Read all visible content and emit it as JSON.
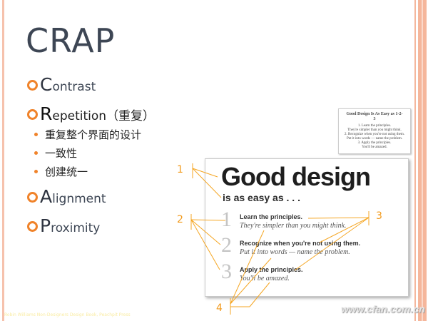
{
  "slide": {
    "title": "CRAP",
    "items": [
      {
        "initial": "C",
        "rest": "ontrast"
      },
      {
        "initial": "R",
        "rest": "epetition（重复）"
      },
      {
        "initial": "A",
        "rest": "lignment"
      },
      {
        "initial": "P",
        "rest": "roximity"
      }
    ],
    "subitems": [
      "重复整个界面的设计",
      "一致性",
      "创建统一"
    ],
    "credit": "Robin Williams Non-Designers Design Book, Peachpit Press"
  },
  "card": {
    "headline": "Good design",
    "subhead": "is as easy as . . .",
    "steps": [
      {
        "n": "1",
        "head": "Learn the principles.",
        "sub": "They're simpler than you might think."
      },
      {
        "n": "2",
        "head": "Recognize when you're not using them.",
        "sub": "Put it into words — name the problem."
      },
      {
        "n": "3",
        "head": "Apply the principles.",
        "sub": "You'll be amazed."
      }
    ]
  },
  "thumbnail": {
    "title": "Good Design Is As Easy as 1-2-3",
    "lines": [
      "1. Learn the principles.",
      "They're simpler than you might think.",
      "2. Recognize when you're not using them.",
      "Put it into words — name the problem.",
      "3. Apply the principles.",
      "You'll be amazed."
    ]
  },
  "annotations": [
    "1",
    "2",
    "3",
    "4"
  ],
  "watermark": "www.cfan.com.cn",
  "colors": {
    "accent": "#f0832a",
    "annotation": "#f29a1c",
    "title": "#3d4654"
  }
}
